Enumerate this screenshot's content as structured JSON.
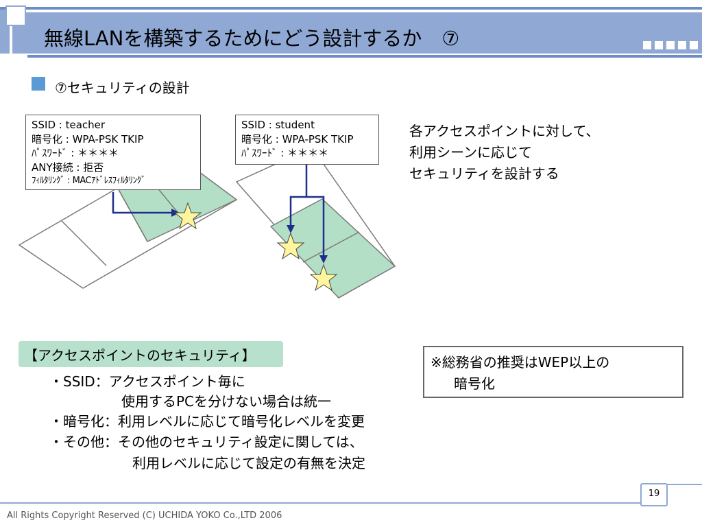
{
  "header": {
    "title": "無線LANを構築するためにどう設計するか　⑦"
  },
  "section": {
    "heading": "⑦セキュリティの設計"
  },
  "teacher_box": {
    "ssid": "SSID : teacher",
    "encryption": "暗号化 : WPA-PSK TKIP",
    "password": "ﾊﾟｽﾜｰﾄﾞ : ＊＊＊＊",
    "any": "ANY接続 : 拒否",
    "filtering": "ﾌｨﾙﾀﾘﾝｸﾞ : MACｱﾄﾞﾚｽﾌｨﾙﾀﾘﾝｸﾞ"
  },
  "student_box": {
    "ssid": "SSID : student",
    "encryption": "暗号化 : WPA-PSK TKIP",
    "password": "ﾊﾟｽﾜｰﾄﾞ : ＊＊＊＊"
  },
  "description": {
    "line1": "各アクセスポイントに対して、",
    "line2": "利用シーンに応じて",
    "line3": "セキュリティを設計する"
  },
  "security": {
    "heading": "【アクセスポイントのセキュリティ】",
    "ssid_line1": "・SSID：アクセスポイント毎に",
    "ssid_line2": "使用するPCを分けない場合は統一",
    "enc_line": "・暗号化：利用レベルに応じて暗号化レベルを変更",
    "other_line1": "・その他：その他のセキュリティ設定に関しては、",
    "other_line2": "利用レベルに応じて設定の有無を決定"
  },
  "note": {
    "line1": "※総務省の推奨はWEP以上の",
    "line2": "暗号化"
  },
  "footer": {
    "page_number": "19",
    "copyright": "All Rights Copyright Reserved (C) UCHIDA YOKO Co.,LTD 2006"
  },
  "colors": {
    "header_band": "#8fa8d4",
    "room_highlight": "#b2dfc6",
    "arrow": "#1f2e8a",
    "star": "#fff59d"
  }
}
